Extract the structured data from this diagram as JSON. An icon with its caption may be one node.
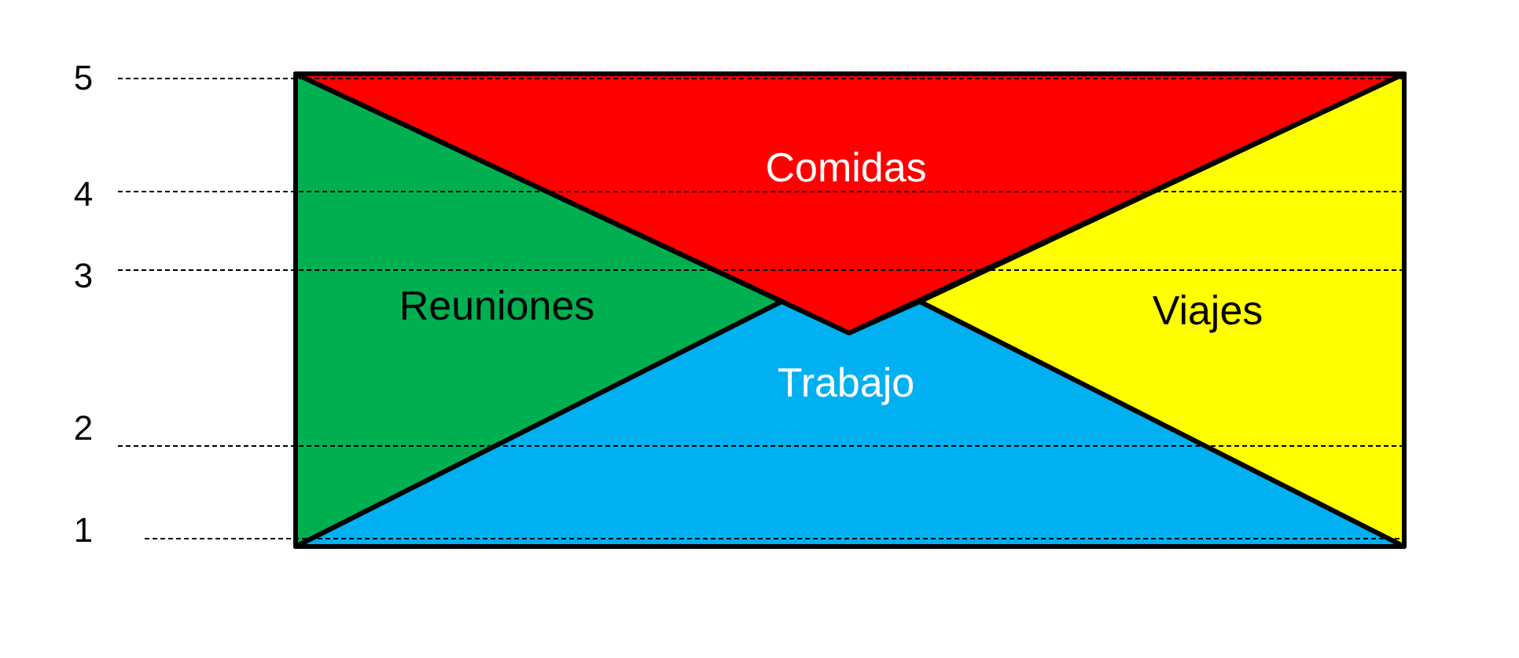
{
  "diagram": {
    "nodes": [
      {
        "text": [
          "Comidas"
        ]
      },
      {
        "text": [
          "Reuniones"
        ]
      },
      {
        "text": [
          "Viajes"
        ]
      },
      {
        "text": [
          "Trabajo"
        ]
      }
    ],
    "labels": [
      "5",
      "4",
      "3",
      "2",
      "1"
    ]
  }
}
